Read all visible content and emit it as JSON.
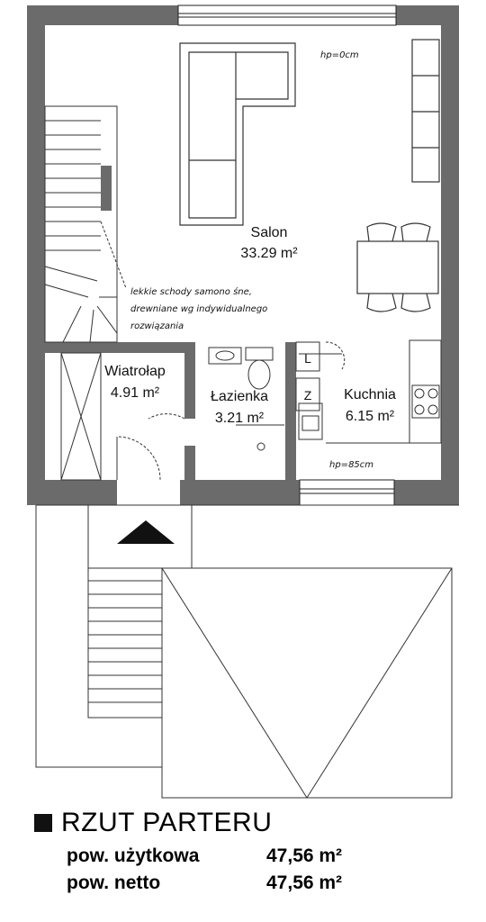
{
  "rooms": {
    "salon": {
      "name": "Salon",
      "area": "33.29 m²"
    },
    "wiatrolap": {
      "name": "Wiatrołap",
      "area": "4.91 m²"
    },
    "lazienka": {
      "name": "Łazienka",
      "area": "3.21 m²"
    },
    "kuchnia": {
      "name": "Kuchnia",
      "area": "6.15 m²"
    }
  },
  "markers": {
    "l": "L",
    "z": "Z"
  },
  "annotations": {
    "stairs_note_1": "lekkie schody samono śne,",
    "stairs_note_2": "drewniane wg indywidualnego",
    "stairs_note_3": "rozwiązania",
    "sill_top": "hp=0cm",
    "sill_kitchen": "hp=85cm"
  },
  "legend": {
    "title": "RZUT PARTERU",
    "stats": [
      {
        "label": "pow. użytkowa",
        "value": "47,56 m²"
      },
      {
        "label": "pow. netto",
        "value": "47,56 m²"
      }
    ]
  },
  "colors": {
    "wall": "#6b6b6b",
    "line": "#222222",
    "furniture": "#333333"
  }
}
